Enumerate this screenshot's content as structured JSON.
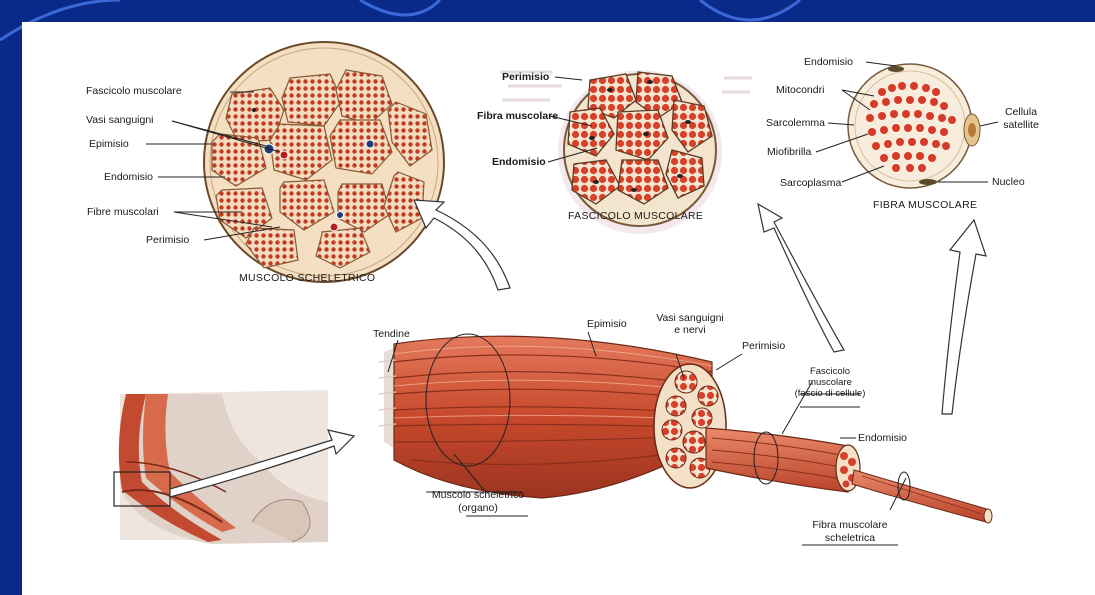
{
  "colors": {
    "background": "#0a2a8a",
    "panel": "#ffffff",
    "muscle": "#d2502f",
    "fiber_dot": "#c23a22",
    "connective": "#f2d8b4"
  },
  "cross_section_muscle": {
    "title": "MUSCOLO SCHELETRICO",
    "labels": {
      "fascicolo_muscolare": "Fascicolo muscolare",
      "vasi_sanguigni": "Vasi sanguigni",
      "epimisio": "Epimisio",
      "endomisio": "Endomisio",
      "fibre_muscolari": "Fibre muscolari",
      "perimisio": "Perimisio"
    }
  },
  "cross_section_fascicle": {
    "title": "FASCICOLO MUSCOLARE",
    "labels": {
      "perimisio": "Perimisio",
      "fibra_muscolare": "Fibra muscolare",
      "endomisio": "Endomisio"
    }
  },
  "cross_section_fiber": {
    "title": "FIBRA MUSCOLARE",
    "labels": {
      "endomisio": "Endomisio",
      "mitocondri": "Mitocondri",
      "sarcolemma": "Sarcolemma",
      "miofibrilla": "Miofibrilla",
      "sarcoplasma": "Sarcoplasma",
      "cellula": "Cellula",
      "satellite": "satellite",
      "nucleo": "Nucleo"
    }
  },
  "longitudinal_view": {
    "labels": {
      "tendine": "Tendine",
      "epimisio": "Epimisio",
      "vasi_line1": "Vasi sanguigni",
      "vasi_line2": "e nervi",
      "perimisio": "Perimisio",
      "fascicolo_line1": "Fascicolo",
      "fascicolo_line2": "muscolare",
      "fascicolo_line3": "(fascio di cellule)",
      "endomisio": "Endomisio",
      "muscolo_line1": "Muscolo scheletrico",
      "muscolo_line2": "(organo)",
      "fibra_line1": "Fibra muscolare",
      "fibra_line2": "scheletrica"
    }
  }
}
